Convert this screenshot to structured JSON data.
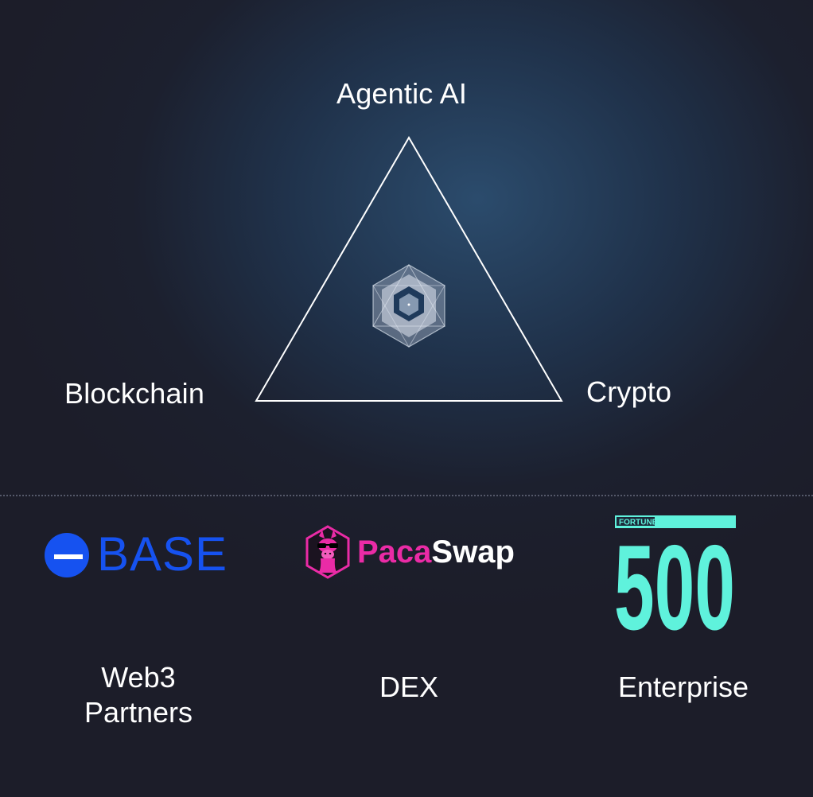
{
  "triangle": {
    "top_label": "Agentic AI",
    "left_label": "Blockchain",
    "right_label": "Crypto"
  },
  "partners": {
    "base": {
      "wordmark": "BASE",
      "caption": "Web3 Partners",
      "color": "#1652f0"
    },
    "pacaswap": {
      "wordmark_part1": "Paca",
      "wordmark_part2": "Swap",
      "caption": "DEX",
      "color": "#ea2ba6"
    },
    "fortune": {
      "wordmark_small": "FORTUNE",
      "wordmark_big": "500",
      "caption": "Enterprise",
      "color": "#5ff2dc"
    }
  },
  "icons": [
    "triangle-outline",
    "hexagon-emblem-icon",
    "base-logo-icon",
    "pacaswap-alpaca-icon",
    "fortune-500-logo"
  ]
}
